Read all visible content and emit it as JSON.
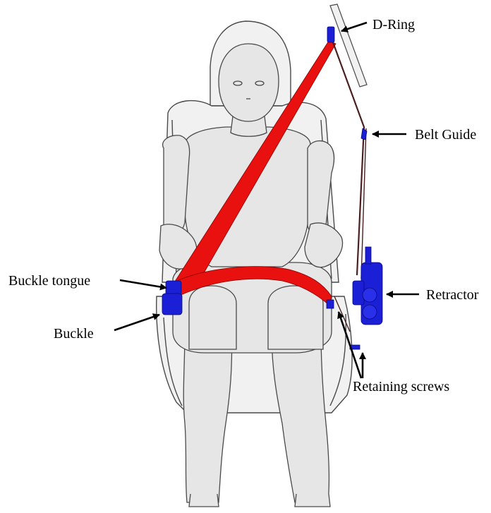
{
  "labels": {
    "d_ring": "D-Ring",
    "belt_guide": "Belt Guide",
    "retractor": "Retractor",
    "buckle_tongue": "Buckle tongue",
    "buckle": "Buckle",
    "retaining_screws": "Retaining screws"
  },
  "colors": {
    "belt": "#e8110f",
    "hardware": "#1b1fd6",
    "dummy_fill": "#e6e6e6",
    "seat_fill": "#f1f1f1",
    "outline": "#4a4a4a",
    "text": "#000000"
  }
}
